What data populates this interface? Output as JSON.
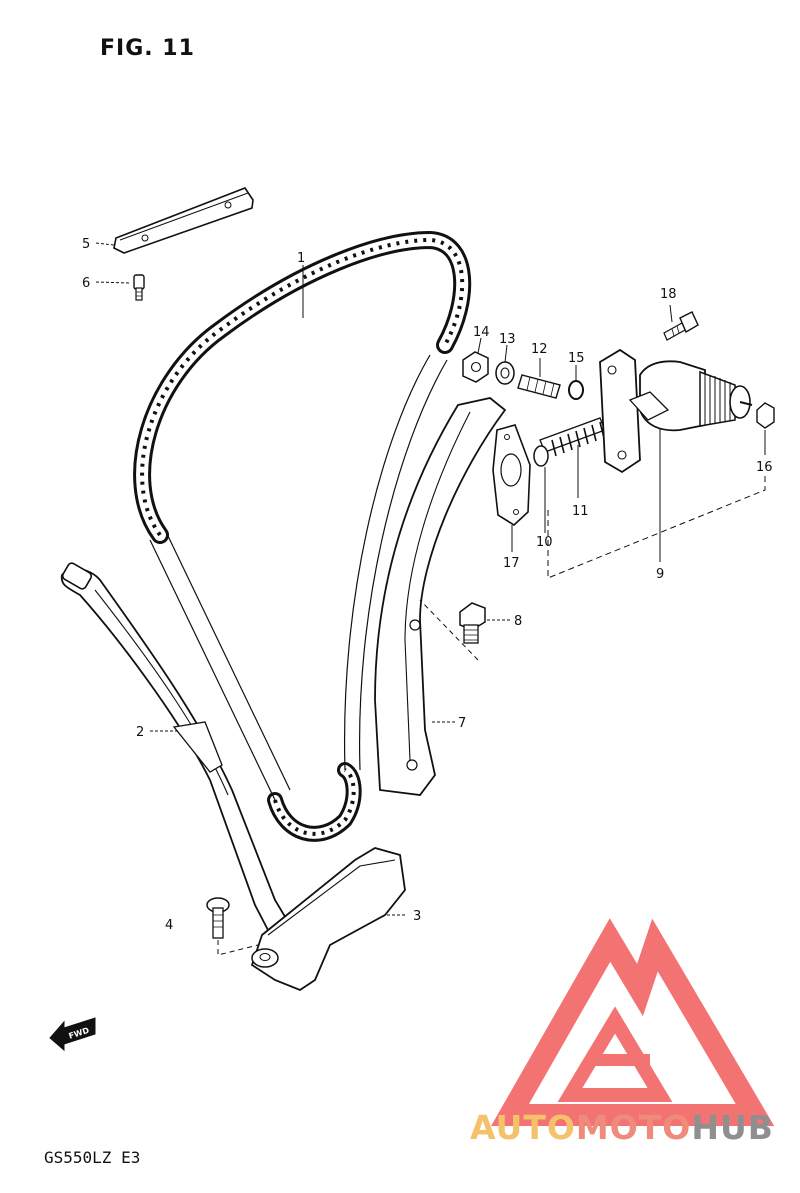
{
  "figure": {
    "title": "FIG. 11",
    "model_code": "GS550LZ E3"
  },
  "watermark": {
    "part1": "AUTO",
    "part2": "MOTO",
    "part3": "HUB",
    "colors": {
      "auto": "#f5c26b",
      "moto": "#f08a7a",
      "hub": "#8f8f8f",
      "logo": "#f25b5b"
    }
  },
  "direction_marker": {
    "text": "FWD"
  },
  "part_labels": {
    "p1": "1",
    "p2": "2",
    "p3": "3",
    "p4": "4",
    "p5": "5",
    "p6": "6",
    "p7": "7",
    "p8": "8",
    "p9": "9",
    "p10": "10",
    "p11": "11",
    "p12": "12",
    "p13": "13",
    "p14": "14",
    "p15": "15",
    "p16": "16",
    "p17": "17",
    "p18": "18"
  }
}
